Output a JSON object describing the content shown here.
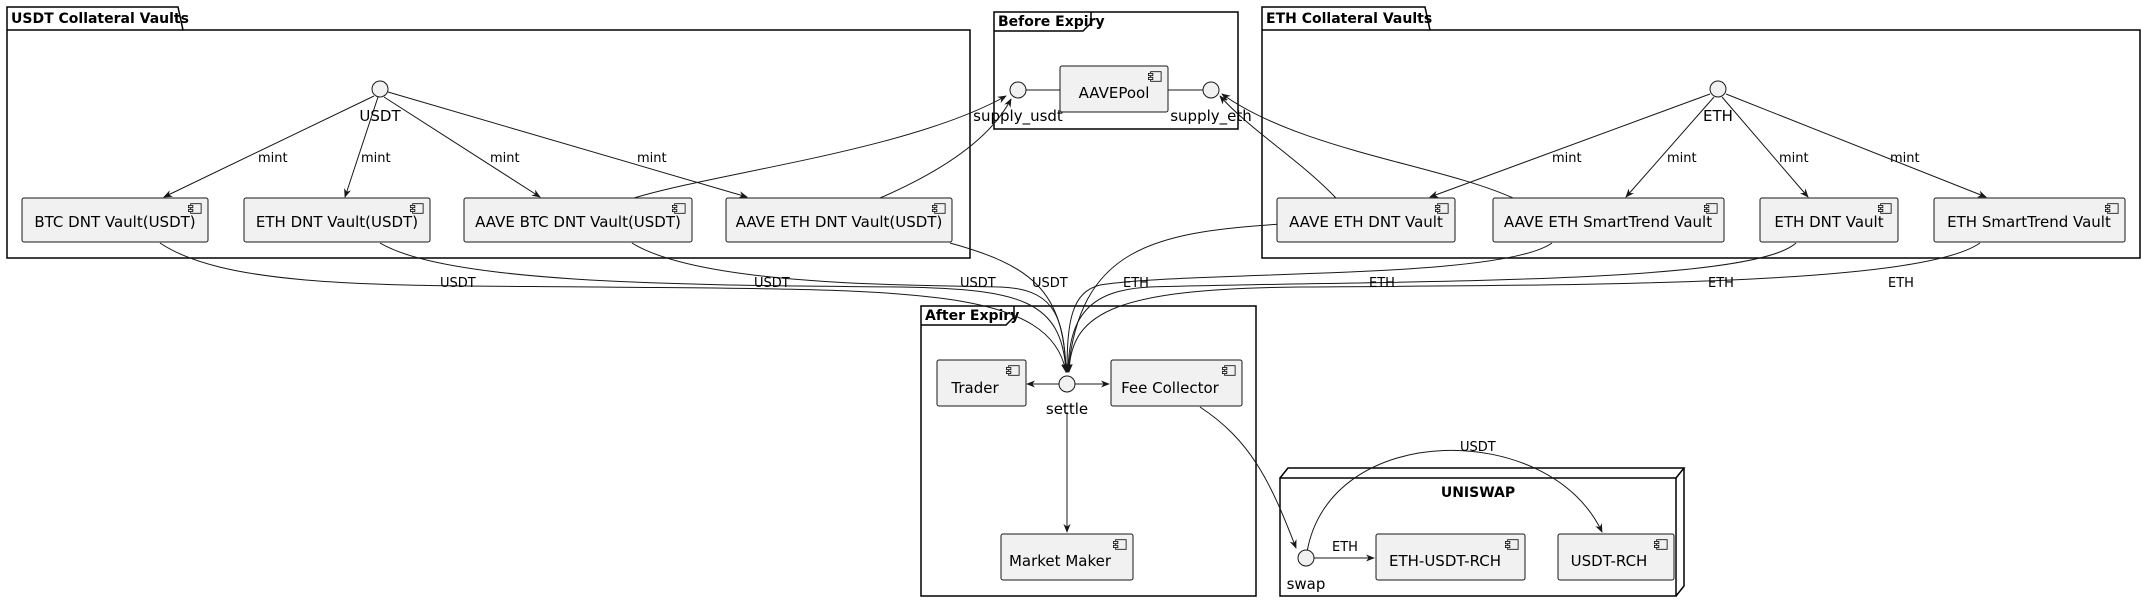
{
  "packages": {
    "usdt_vaults": "USDT Collateral Vaults",
    "eth_vaults": "ETH Collateral Vaults",
    "before_expiry": "Before Expiry",
    "after_expiry": "After Expiry",
    "uniswap": "UNISWAP"
  },
  "interfaces": {
    "usdt": "USDT",
    "eth": "ETH",
    "supply_usdt": "supply_usdt",
    "supply_eth": "supply_eth",
    "settle": "settle",
    "swap": "swap"
  },
  "components": {
    "btc_dnt_usdt": "BTC DNT Vault(USDT)",
    "eth_dnt_usdt": "ETH DNT Vault(USDT)",
    "aave_btc_dnt_usdt": "AAVE BTC DNT Vault(USDT)",
    "aave_eth_dnt_usdt": "AAVE ETH DNT Vault(USDT)",
    "aave_pool": "AAVEPool",
    "aave_eth_dnt": "AAVE ETH DNT Vault",
    "aave_eth_smarttrend": "AAVE ETH SmartTrend Vault",
    "eth_dnt": "ETH DNT Vault",
    "eth_smarttrend": "ETH SmartTrend Vault",
    "trader": "Trader",
    "fee_collector": "Fee Collector",
    "market_maker": "Market Maker",
    "eth_usdt_rch": "ETH-USDT-RCH",
    "usdt_rch": "USDT-RCH"
  },
  "edge_labels": {
    "mint": "mint",
    "usdt": "USDT",
    "eth": "ETH"
  }
}
